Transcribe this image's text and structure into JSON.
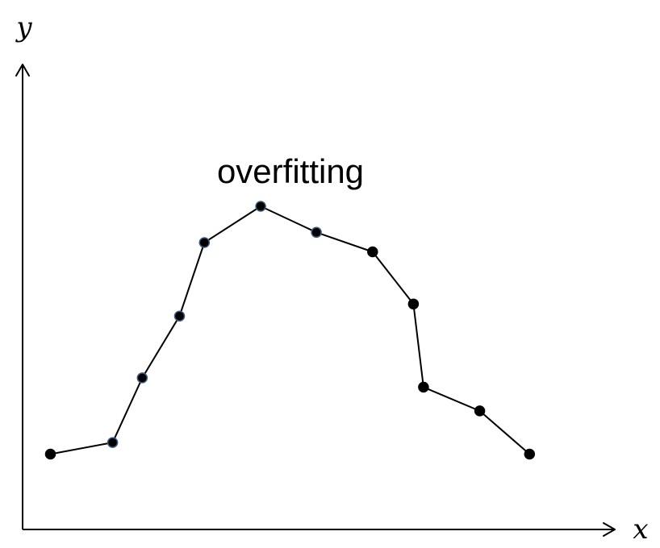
{
  "chart_data": {
    "type": "line",
    "title": "overfitting",
    "xlabel": "x",
    "ylabel": "y",
    "xlim": [
      0,
      100
    ],
    "ylim": [
      0,
      100
    ],
    "grid": false,
    "legend": "none",
    "ticks": "none",
    "line_color": "#000000",
    "marker_color": "#000000",
    "marker_edge_color": "#3a5a80",
    "series": [
      {
        "values": [
          {
            "x": 4.7,
            "y": 16.2
          },
          {
            "x": 15.2,
            "y": 18.7
          },
          {
            "x": 20.2,
            "y": 32.6
          },
          {
            "x": 26.5,
            "y": 45.9
          },
          {
            "x": 30.7,
            "y": 61.7
          },
          {
            "x": 40.2,
            "y": 69.5
          },
          {
            "x": 49.6,
            "y": 63.9
          },
          {
            "x": 59.1,
            "y": 59.7
          },
          {
            "x": 66.0,
            "y": 48.5
          },
          {
            "x": 67.7,
            "y": 30.6
          },
          {
            "x": 77.2,
            "y": 25.5
          },
          {
            "x": 85.6,
            "y": 16.2
          }
        ]
      }
    ]
  }
}
